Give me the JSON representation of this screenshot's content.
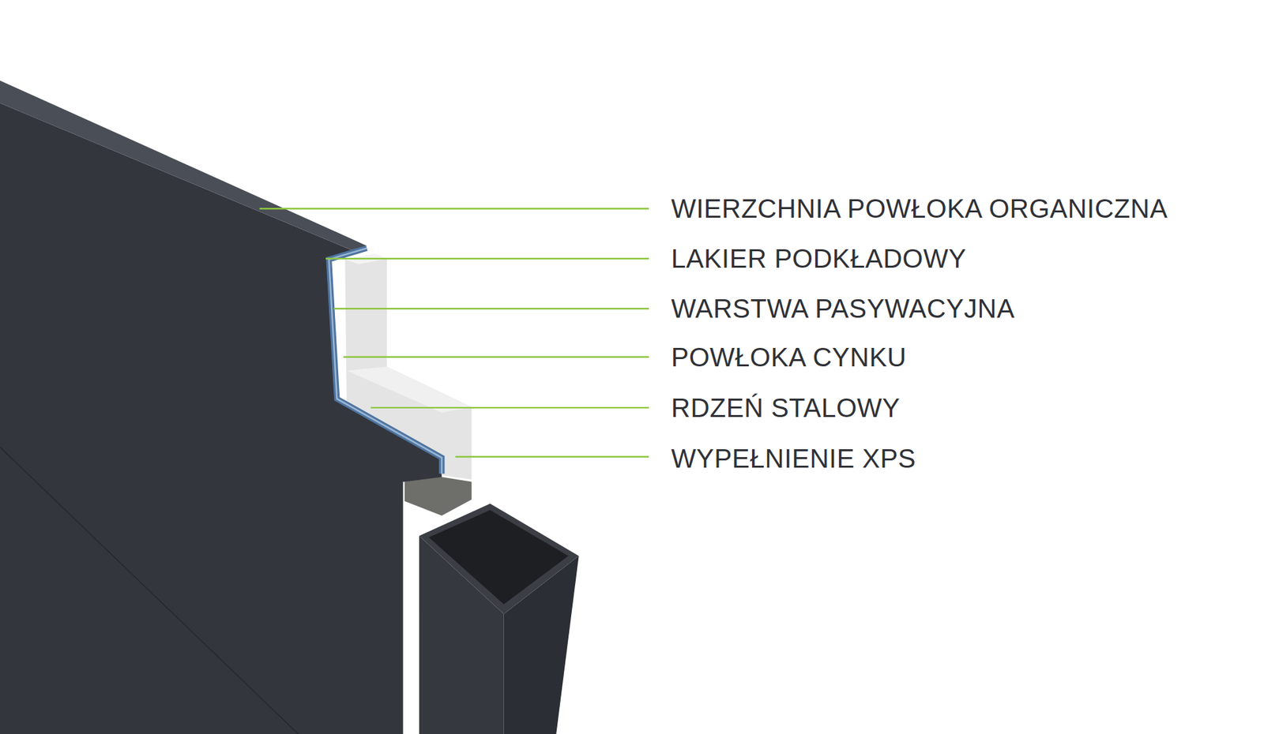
{
  "diagram": {
    "labels": [
      "WIERZCHNIA POWŁOKA ORGANICZNA",
      "LAKIER PODKŁADOWY",
      "WARSTWA PASYWACYJNA",
      "POWŁOKA CYNKU",
      "RDZEŃ STALOWY",
      "WYPEŁNIENIE XPS"
    ]
  }
}
